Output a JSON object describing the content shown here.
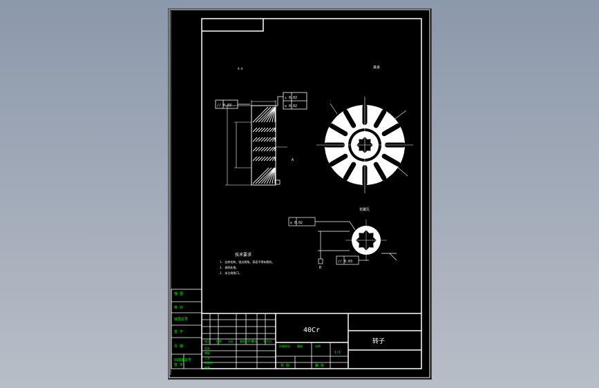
{
  "colors": {
    "background_top": "#8c98ab",
    "background_bottom": "#b8bec7",
    "sheet": "#000000",
    "lines": "#ffffff",
    "title_text": "#00ff00",
    "dimension_text": "#ffffff"
  },
  "drawing": {
    "material": "40Cr",
    "part_name": "转子",
    "section_label": "A-A",
    "tech_title": "技术要求",
    "tech_notes": [
      "1. 去除毛刺，锐边倒角，表面不得有裂纹。",
      "2. 调质处理。",
      "3. 未注倒角C1。"
    ],
    "roughness_note": "其余",
    "detail_title": "花键孔",
    "tolerance_frames": [
      "// 0.03",
      "⊥ 0.02",
      "◎ 0.02",
      "◎ 0.02",
      "// 0.03"
    ],
    "datum_labels": [
      "A",
      "B"
    ],
    "left_title_cells": [
      "描  图",
      "校  对",
      "底图总号",
      "签  字",
      "日  期",
      "旧底图总号",
      "签  字"
    ],
    "title_block": {
      "row_labels": [
        "标记",
        "处数",
        "分区",
        "更改文件号",
        "签名",
        "年月日"
      ],
      "design_labels": [
        "设计",
        "审核",
        "工艺",
        "标准化",
        "批准"
      ],
      "stage_labels": [
        "阶段标记",
        "重量",
        "比例"
      ],
      "scale": "1:1",
      "sheet_info": [
        "共 张",
        "第 张"
      ]
    }
  }
}
